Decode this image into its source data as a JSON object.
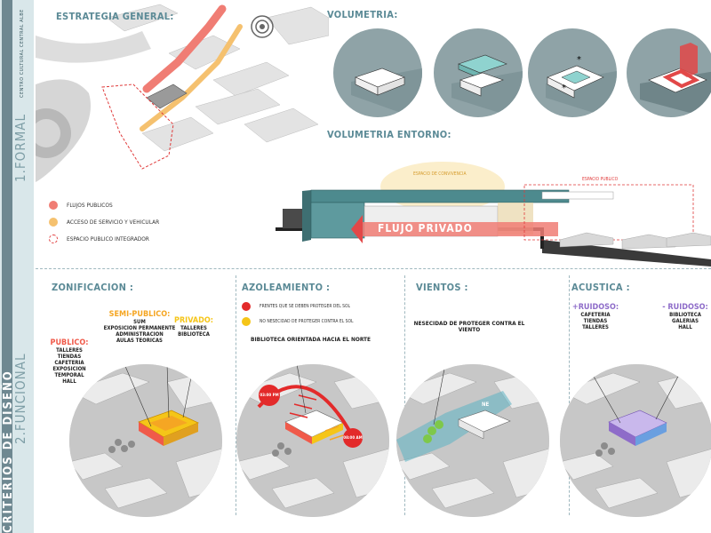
{
  "sidebar": {
    "main_title": "CRITERIOS DE DISEÑO",
    "subtitle": "CENTRO CULTURAL CENTRAL ALBE",
    "section1": "1.FORMAL",
    "section2": "2.FUNCIONAL"
  },
  "formal": {
    "estrategia_title": "ESTRATEGIA GENERAL:",
    "volumetria_title": "VOLUMETRIA:",
    "entorno_title": "VOLUMETRIA ENTORNO:",
    "legend": [
      {
        "label": "FLUJOS PUBLICOS",
        "color": "#f07d74",
        "style": "solid"
      },
      {
        "label": "ACCESO DE SERVICIO Y VEHICULAR",
        "color": "#f5c16f",
        "style": "solid"
      },
      {
        "label": "ESPACIO PUBLICO INTEGRADOR",
        "color": "#e03a3a",
        "style": "dashed"
      }
    ],
    "section_labels": {
      "espacio_convivencia": "ESPACIO DE CONVIVENCIA",
      "espacio_publico": "ESPACIO PUBLICO",
      "flujo_privado": "FLUJO PRIVADO"
    }
  },
  "funcional": {
    "zonificacion": {
      "title": "ZONIFICACION :",
      "publico": {
        "title": "PUBLICO:",
        "items": "TALLERES\nTIENDAS\nCAFETERIA\nEXPOSICION TEMPORAL\nHALL",
        "color": "#f05a4a"
      },
      "semipublico": {
        "title": "SEMI-PUBLICO:",
        "items": "SUM\nEXPOSICION PERMANENTE\nADMINISTRACION\nAULAS TEORICAS",
        "color": "#f5a623"
      },
      "privado": {
        "title": "PRIVADO:",
        "items": "TALLERES\nBIBLIOTECA",
        "color": "#f5c518"
      }
    },
    "azoleamiento": {
      "title": "AZOLEAMIENTO :",
      "legend": [
        {
          "label": "FRENTES QUE SE DEBEN PROTEGER DEL SOL",
          "color": "#e32a2a"
        },
        {
          "label": "NO NESECIDAD DE PROTEGER CONTRA EL SOL",
          "color": "#f5c518"
        }
      ],
      "callout": "BIBLIOTECA ORIENTADA HACIA EL NORTE",
      "time_pm": "03:00 PM",
      "time_am": "08:00 AM"
    },
    "vientos": {
      "title": "VIENTOS :",
      "callout": "NESECIDAD DE PROTEGER CONTRA EL VIENTO",
      "wind_label": "NE"
    },
    "acustica": {
      "title": "ACUSTICA :",
      "ruidoso": {
        "title": "+RUIDOSO:",
        "items": "CAFETERIA\nTIENDAS\nTALLERES"
      },
      "menos_ruidoso": {
        "title": "- RUIDOSO:",
        "items": "BIBLIOTECA\nGALERIAS\nHALL"
      },
      "color": "#8e6cc9"
    }
  },
  "colors": {
    "title_teal": "#5b8a96",
    "sidebar_bg": "#d9e7ea",
    "building_teal": "#4d8a8e",
    "flow_red": "#f07d74",
    "flow_orange": "#f5c16f"
  }
}
